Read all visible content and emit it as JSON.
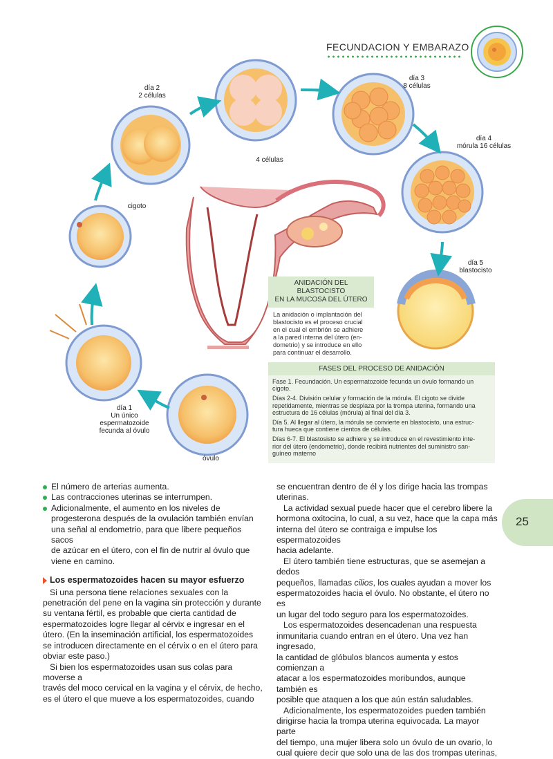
{
  "header": {
    "title": "FECUNDACION Y EMBARAZO"
  },
  "page_number": "25",
  "diagram": {
    "stages": [
      {
        "id": "ovulo",
        "text": "óvulo"
      },
      {
        "id": "dia1",
        "lines": [
          "día 1",
          "Un único",
          "espermatozoide",
          "fecunda al óvulo"
        ]
      },
      {
        "id": "cigoto",
        "text": "cigoto"
      },
      {
        "id": "dia2",
        "lines": [
          "día 2",
          "2 células"
        ]
      },
      {
        "id": "cuatro",
        "text": "4 células"
      },
      {
        "id": "dia3",
        "lines": [
          "día 3",
          "8 células"
        ]
      },
      {
        "id": "dia4",
        "lines": [
          "día 4",
          "mórula 16 células"
        ]
      },
      {
        "id": "dia5",
        "lines": [
          "día 5",
          "blastocisto"
        ]
      }
    ]
  },
  "anidacion_box": {
    "title_lines": [
      "ANIDACIÓN DEL BLASTOCISTO",
      "EN LA MUCOSA DEL ÚTERO"
    ],
    "body_lines": [
      "La anidación o implantación del",
      "blastocisto es el proceso crucial",
      "en el cual el embrión se adhiere",
      "a la pared interna del útero (en-",
      "dometrio) y se introduce en ello",
      "para continuar el desarrollo."
    ]
  },
  "phases_box": {
    "title": "FASES DEL PROCESO DE ANIDACIÓN",
    "phases": [
      [
        "Fase 1. Fecundación. Un espermatozoide fecunda un óvulo formando un",
        "cigoto."
      ],
      [
        "Días 2-4. División celular y formación de la mórula. El cigoto se divide",
        "repetidamente, mientras se desplaza por la trompa uterina, formando una",
        "estructura de 16 células (mórula) al final del día 3."
      ],
      [
        "Día 5. Al llegar al útero, la mórula se convierte en blastocisto, una estruc-",
        "tura hueca que contiene cientos de células."
      ],
      [
        "Días 6-7. El blastosisto se adhiere y se introduce en el revestimiento inte-",
        "rior del útero (endometrio), donde recibirá nutrientes del suministro san-",
        "guíneo materno"
      ]
    ]
  },
  "left_column": {
    "bullets": [
      [
        "El número de arterias aumenta."
      ],
      [
        "Las contracciones uterinas se interrumpen."
      ],
      [
        "Adicionalmente, el aumento en los niveles de",
        "progesterona después de la ovulación también envían",
        "una señal al endometrio, para que libere pequeños sacos",
        "de azúcar en el útero, con el fin de nutrir al óvulo que",
        "viene en camino."
      ]
    ],
    "section_heading": "Los espermatozoides hacen su mayor esfuerzo",
    "paragraphs": [
      [
        "Si una persona tiene relaciones sexuales con la",
        "penetración del pene en la vagina sin protección y durante",
        "su ventana fértil, es probable que cierta cantidad de",
        "espermatozoides logre llegar al cérvix e ingresar en el",
        "útero. (En la inseminación artificial, los espermatozoides",
        "se introducen directamente en el cérvix o en el útero para",
        "obviar este paso.)"
      ],
      [
        "Si bien los espermatozoides usan sus colas para moverse a",
        "través del moco cervical en la vagina y el cérvix, de hecho,",
        "es el útero el que mueve a los espermatozoides, cuando"
      ]
    ]
  },
  "right_column": {
    "continuation": [
      "se encuentran dentro de él y los dirige hacia las trompas",
      "uterinas."
    ],
    "p1": [
      "La actividad sexual puede hacer que el cerebro libere la",
      "hormona oxitocina, lo cual, a su vez, hace que la capa más",
      "interna del útero se contraiga e impulse los espermatozoides",
      "hacia adelante."
    ],
    "p2": {
      "l1": "El útero también tiene estructuras, que se asemejan a dedos",
      "l2_pre": "pequeños, llamadas ",
      "l2_em": "cilios",
      "l2_post": ", los cuales ayudan a mover los",
      "rest": [
        "espermatozoides hacia el óvulo. No obstante, el útero no es",
        "un lugar del todo seguro para los espermatozoides."
      ]
    },
    "p3": [
      "Los espermatozoides desencadenan una respuesta",
      "inmunitaria cuando entran en el útero. Una vez han ingresado,",
      "la cantidad de glóbulos blancos aumenta y estos comienzan a",
      "atacar a los espermatozoides moribundos, aunque también es",
      "posible que ataquen a los que aún están saludables."
    ],
    "p4": [
      "Adicionalmente, los espermatozoides pueden también",
      "dirigirse hacia la trompa uterina equivocada. La mayor parte",
      "del tiempo, una mujer libera solo un óvulo de un ovario, lo",
      "cual quiere decir que solo una de las dos trompas uterinas,"
    ]
  }
}
